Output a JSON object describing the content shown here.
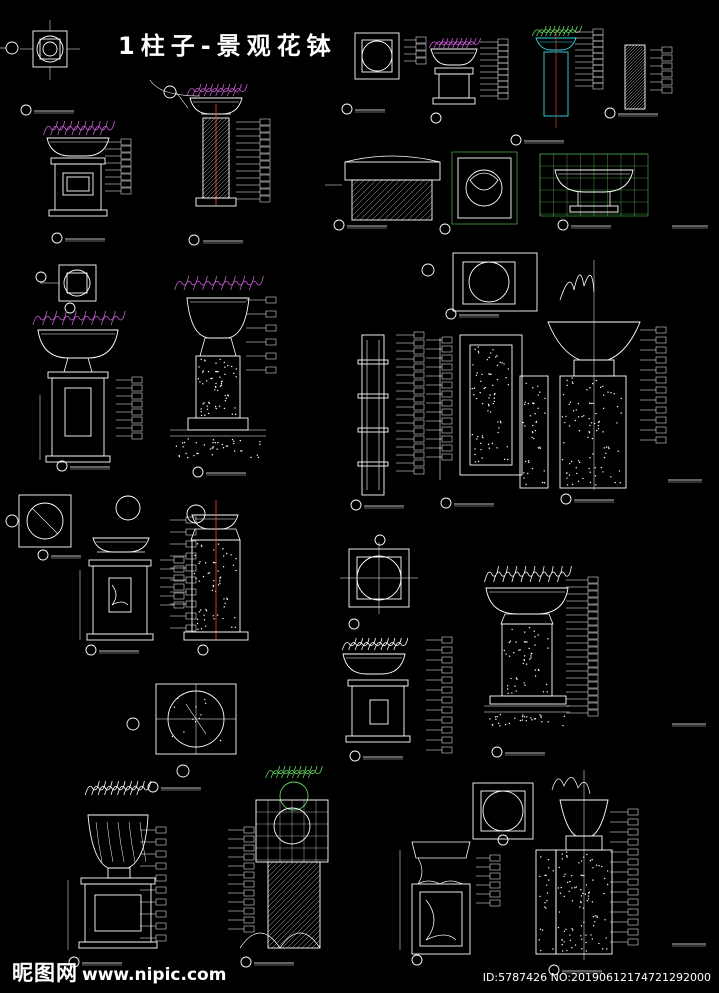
{
  "title": "1柱子-景观花钵",
  "watermark": {
    "brand": "昵图网",
    "url": "www.nipic.com",
    "id_text": "ID:5787426 NO:20190612174721292000"
  },
  "colors": {
    "background": "#000000",
    "line": "#ffffff",
    "cyan": "#39d4e6",
    "green": "#5fd35f",
    "magenta": "#c45bd1",
    "yellow": "#e8e25a",
    "red": "#ff4040"
  }
}
